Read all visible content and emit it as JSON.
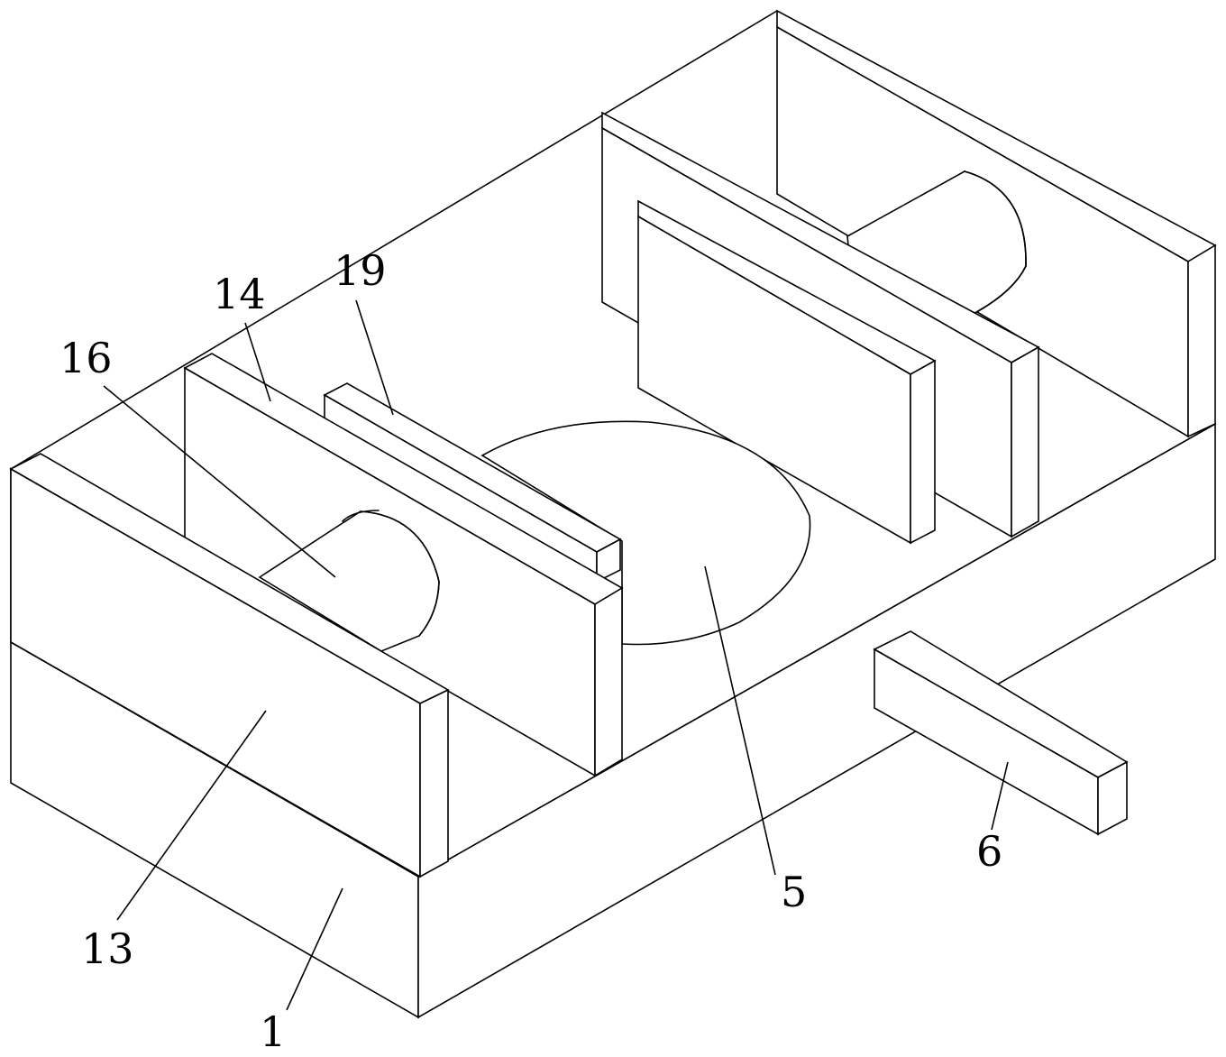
{
  "figure": {
    "labels": {
      "base": "1",
      "table": "5",
      "handle": "6",
      "front_plate": "13",
      "clamp_plate": "14",
      "cylinder": "16",
      "slide_rail": "19"
    }
  }
}
